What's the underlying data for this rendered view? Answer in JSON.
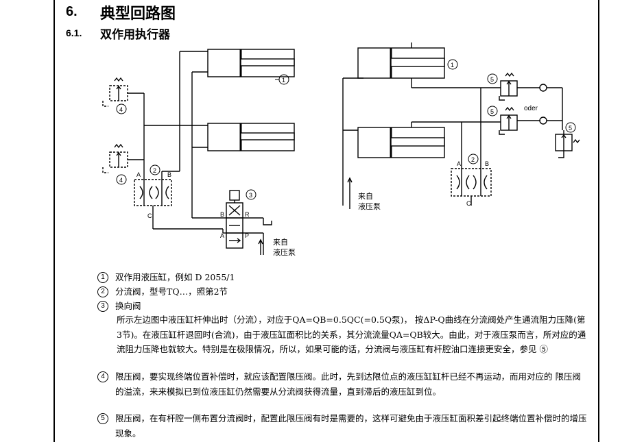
{
  "heading": {
    "number": "6.",
    "title": "典型回路图"
  },
  "subheading": {
    "number": "6.1.",
    "title": "双作用执行器"
  },
  "diagram": {
    "labels": {
      "a": "A",
      "b": "B",
      "c": "C",
      "p": "P",
      "r": "R",
      "oder": "oder",
      "supply_line1": "来自",
      "supply_line2": "液压泵"
    },
    "callouts": {
      "one": "1",
      "two": "2",
      "three": "3",
      "four": "4",
      "five": "5"
    }
  },
  "legend": {
    "item1": {
      "num": "1",
      "text": "双作用液压缸，例如 D 2055/1"
    },
    "item2": {
      "num": "2",
      "text": "分流阀，型号TQ…，照第2节"
    },
    "item3": {
      "num": "3",
      "text": "换向阀"
    },
    "item3_para": "所示左边图中液压缸杆伸出时（分流），对应于QA=QB=0.5QC(=0.5Q泵)，  按ΔP-Q曲线在分流阀处产生通流阻力压降(第3节)。在液压缸杆退回时(合流)，由于液压缸面积比的关系，其分流流量QA=QB较大。由此，对于液压泵而言，所对应的通流阻力压降也就较大。特别是在极限情况，所以，如果可能的话，分流阀与液压缸有杆腔油口连接更安全，参见 ⑤",
    "item4": {
      "num": "4",
      "text": "限压阀，要实现终端位置补偿时，就应该配置限压阀。此时，先到达限位点的液压缸缸杆已经不再运动，而用对应的 限压阀的溢流，来来模拟已到位液压缸仍然需要从分流阀获得流量，直到滞后的液压缸到位。"
    },
    "item5": {
      "num": "5",
      "text": "限压阀，在有杆腔一侧布置分流阀时，配置此限压阀有时是需要的，这样可避免由于液压缸面积差引起终端位置补偿时的增压现象。"
    }
  }
}
